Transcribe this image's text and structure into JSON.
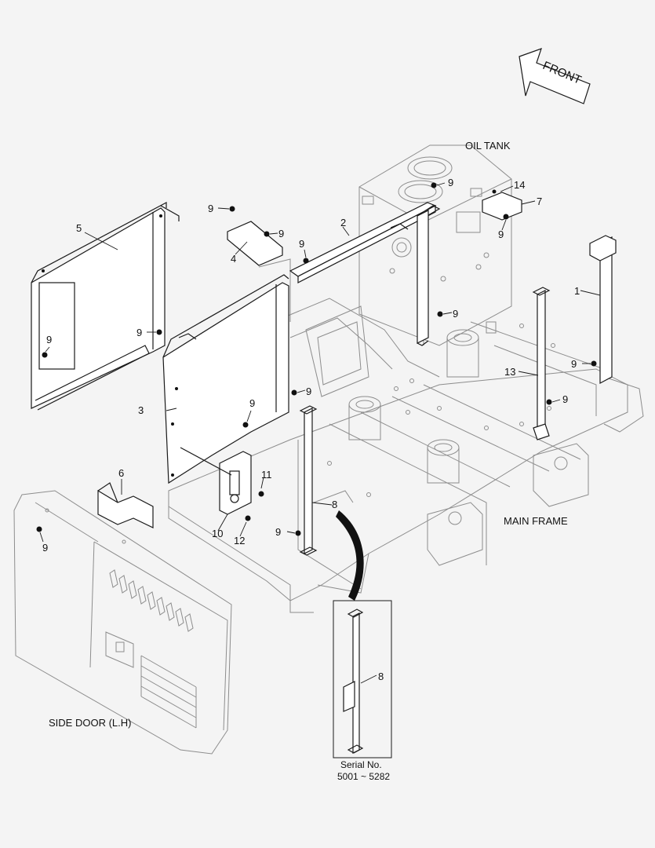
{
  "labels": {
    "front": "FRONT",
    "oil_tank": "OIL TANK",
    "main_frame": "MAIN FRAME",
    "side_door": "SIDE DOOR (L.H)",
    "serial_label": "Serial No.",
    "serial_range": "5001 ~ 5282"
  },
  "callouts": {
    "p1": "1",
    "p2": "2",
    "p3": "3",
    "p4": "4",
    "p5": "5",
    "p6": "6",
    "p7": "7",
    "p8": "8",
    "p8_detail": "8",
    "p9": "9",
    "p10": "10",
    "p11": "11",
    "p12": "12",
    "p13": "13",
    "p14": "14"
  },
  "colors": {
    "background": "#f4f4f4",
    "ghost_line": "#8d8d8d",
    "part_line": "#1a1a1a"
  }
}
